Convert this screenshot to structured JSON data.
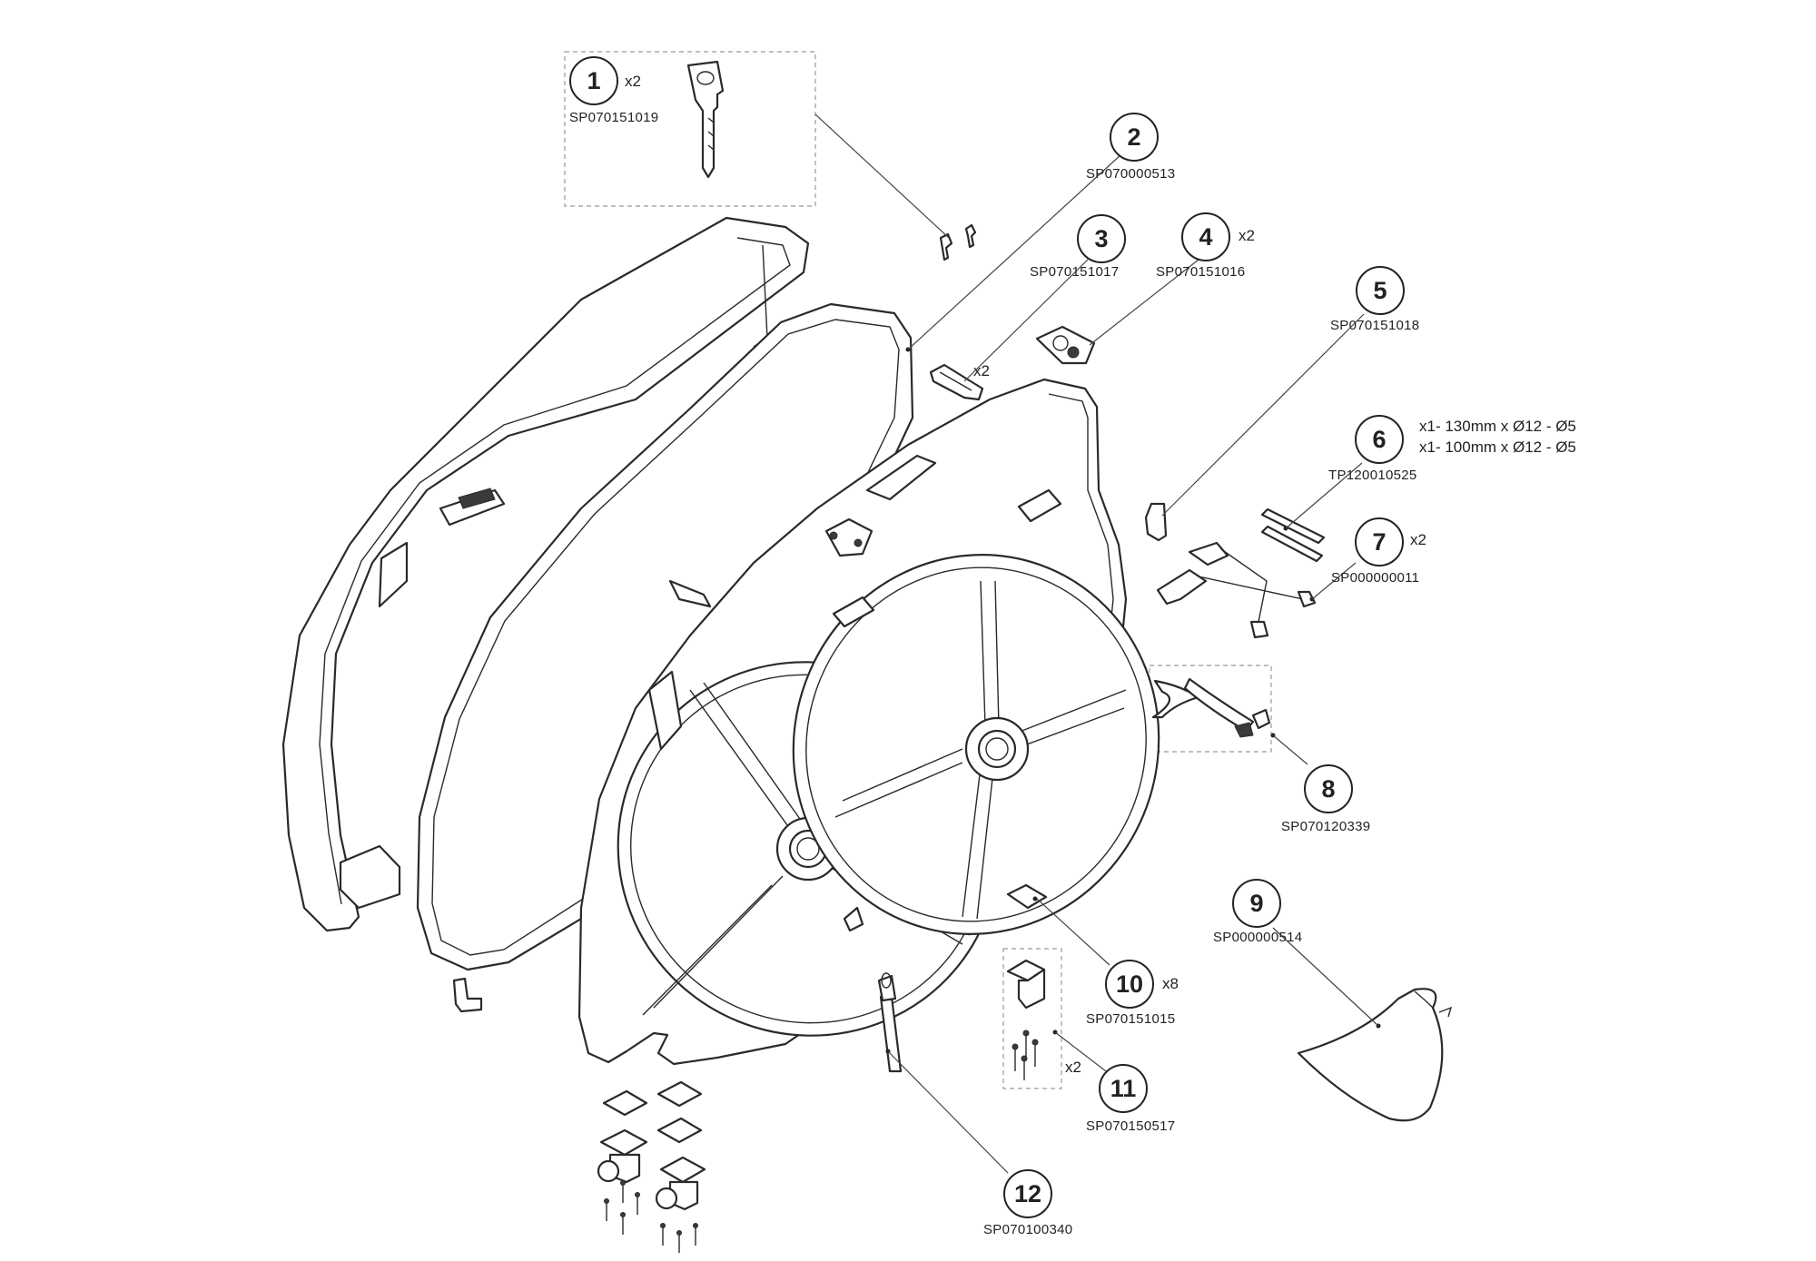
{
  "parts": [
    {
      "number": "1",
      "code": "SP070151019",
      "qty": "x2"
    },
    {
      "number": "2",
      "code": "SP070000513",
      "qty": ""
    },
    {
      "number": "3",
      "code": "SP070151017",
      "qty": "x2"
    },
    {
      "number": "4",
      "code": "SP070151016",
      "qty": "x2"
    },
    {
      "number": "5",
      "code": "SP070151018",
      "qty": ""
    },
    {
      "number": "6",
      "code": "TP120010525",
      "qty": "",
      "spec": [
        "x1- 130mm x Ø12 - Ø5",
        "x1- 100mm x Ø12 - Ø5"
      ]
    },
    {
      "number": "7",
      "code": "SP000000011",
      "qty": "x2"
    },
    {
      "number": "8",
      "code": "SP070120339",
      "qty": ""
    },
    {
      "number": "9",
      "code": "SP000000514",
      "qty": ""
    },
    {
      "number": "10",
      "code": "SP070151015",
      "qty": "x8"
    },
    {
      "number": "11",
      "code": "SP070150517",
      "qty": "x2"
    },
    {
      "number": "12",
      "code": "SP070100340",
      "qty": ""
    }
  ]
}
